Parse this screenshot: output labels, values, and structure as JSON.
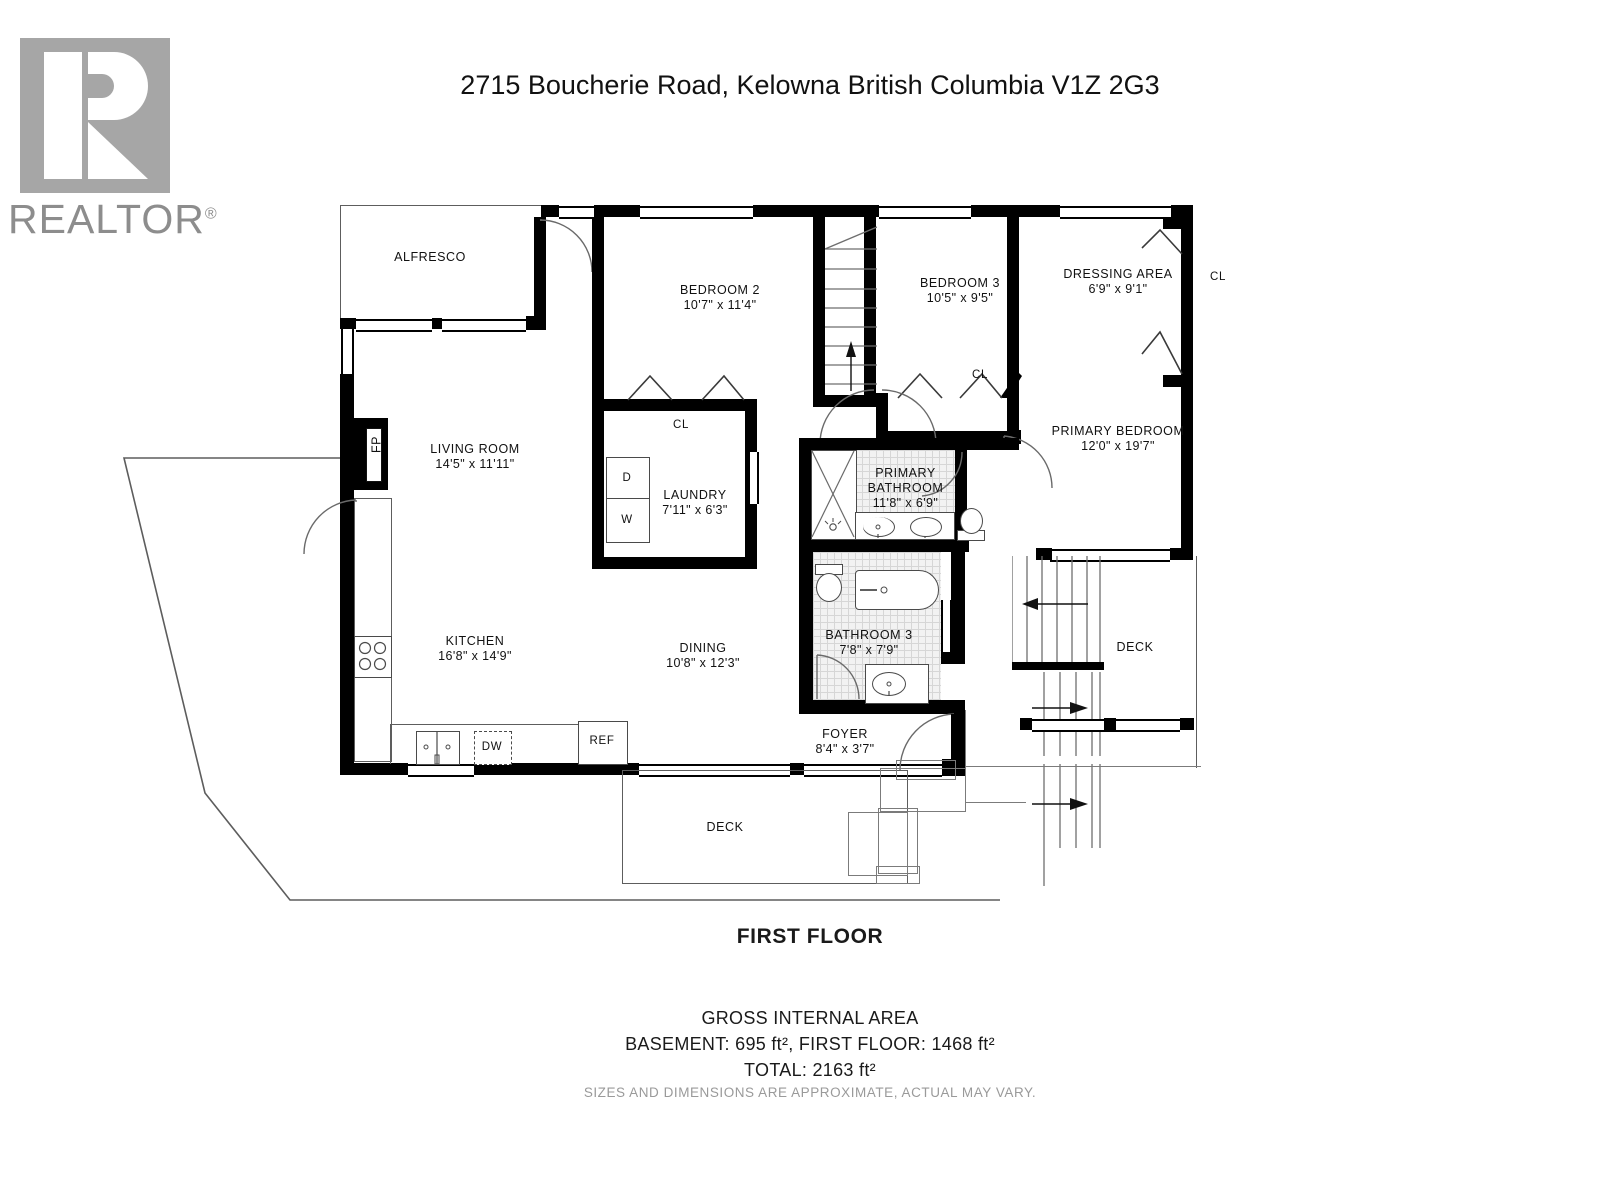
{
  "header": {
    "title": "2715 Boucherie Road, Kelowna British Columbia V1Z 2G3",
    "logo_text": "REALTOR",
    "logo_registered": "®",
    "logo_color": "#a6a6a6"
  },
  "floor": {
    "name": "FIRST FLOOR"
  },
  "areas": {
    "heading": "GROSS INTERNAL AREA",
    "line2": "BASEMENT:  695 ft², FIRST FLOOR:  1468 ft²",
    "line3": "TOTAL:  2163 ft²",
    "disclaimer": "SIZES AND DIMENSIONS ARE APPROXIMATE, ACTUAL MAY VARY."
  },
  "rooms": [
    {
      "name": "ALFRESCO",
      "dim": ""
    },
    {
      "name": "BEDROOM 2",
      "dim": "10'7\" x 11'4\""
    },
    {
      "name": "BEDROOM 3",
      "dim": "10'5\" x 9'5\""
    },
    {
      "name": "DRESSING AREA",
      "dim": "6'9\" x 9'1\""
    },
    {
      "name": "PRIMARY BEDROOM",
      "dim": "12'0\" x 19'7\""
    },
    {
      "name": "LIVING ROOM",
      "dim": "14'5\" x 11'11\""
    },
    {
      "name": "LAUNDRY",
      "dim": "7'11\" x 6'3\""
    },
    {
      "name": "PRIMARY BATHROOM",
      "dim": "11'8\" x 6'9\""
    },
    {
      "name": "BATHROOM 3",
      "dim": "7'8\" x 7'9\""
    },
    {
      "name": "KITCHEN",
      "dim": "16'8\" x 14'9\""
    },
    {
      "name": "DINING",
      "dim": "10'8\" x 12'3\""
    },
    {
      "name": "FOYER",
      "dim": "8'4\" x 3'7\""
    },
    {
      "name": "DECK",
      "dim": ""
    },
    {
      "name": "DECK",
      "dim": ""
    }
  ],
  "labels": {
    "closet": "CL",
    "fireplace": "FP",
    "dryer": "D",
    "washer": "W",
    "dishwasher": "DW",
    "refrigerator": "REF",
    "primary_bathroom_l1": "PRIMARY",
    "primary_bathroom_l2": "BATHROOM"
  }
}
